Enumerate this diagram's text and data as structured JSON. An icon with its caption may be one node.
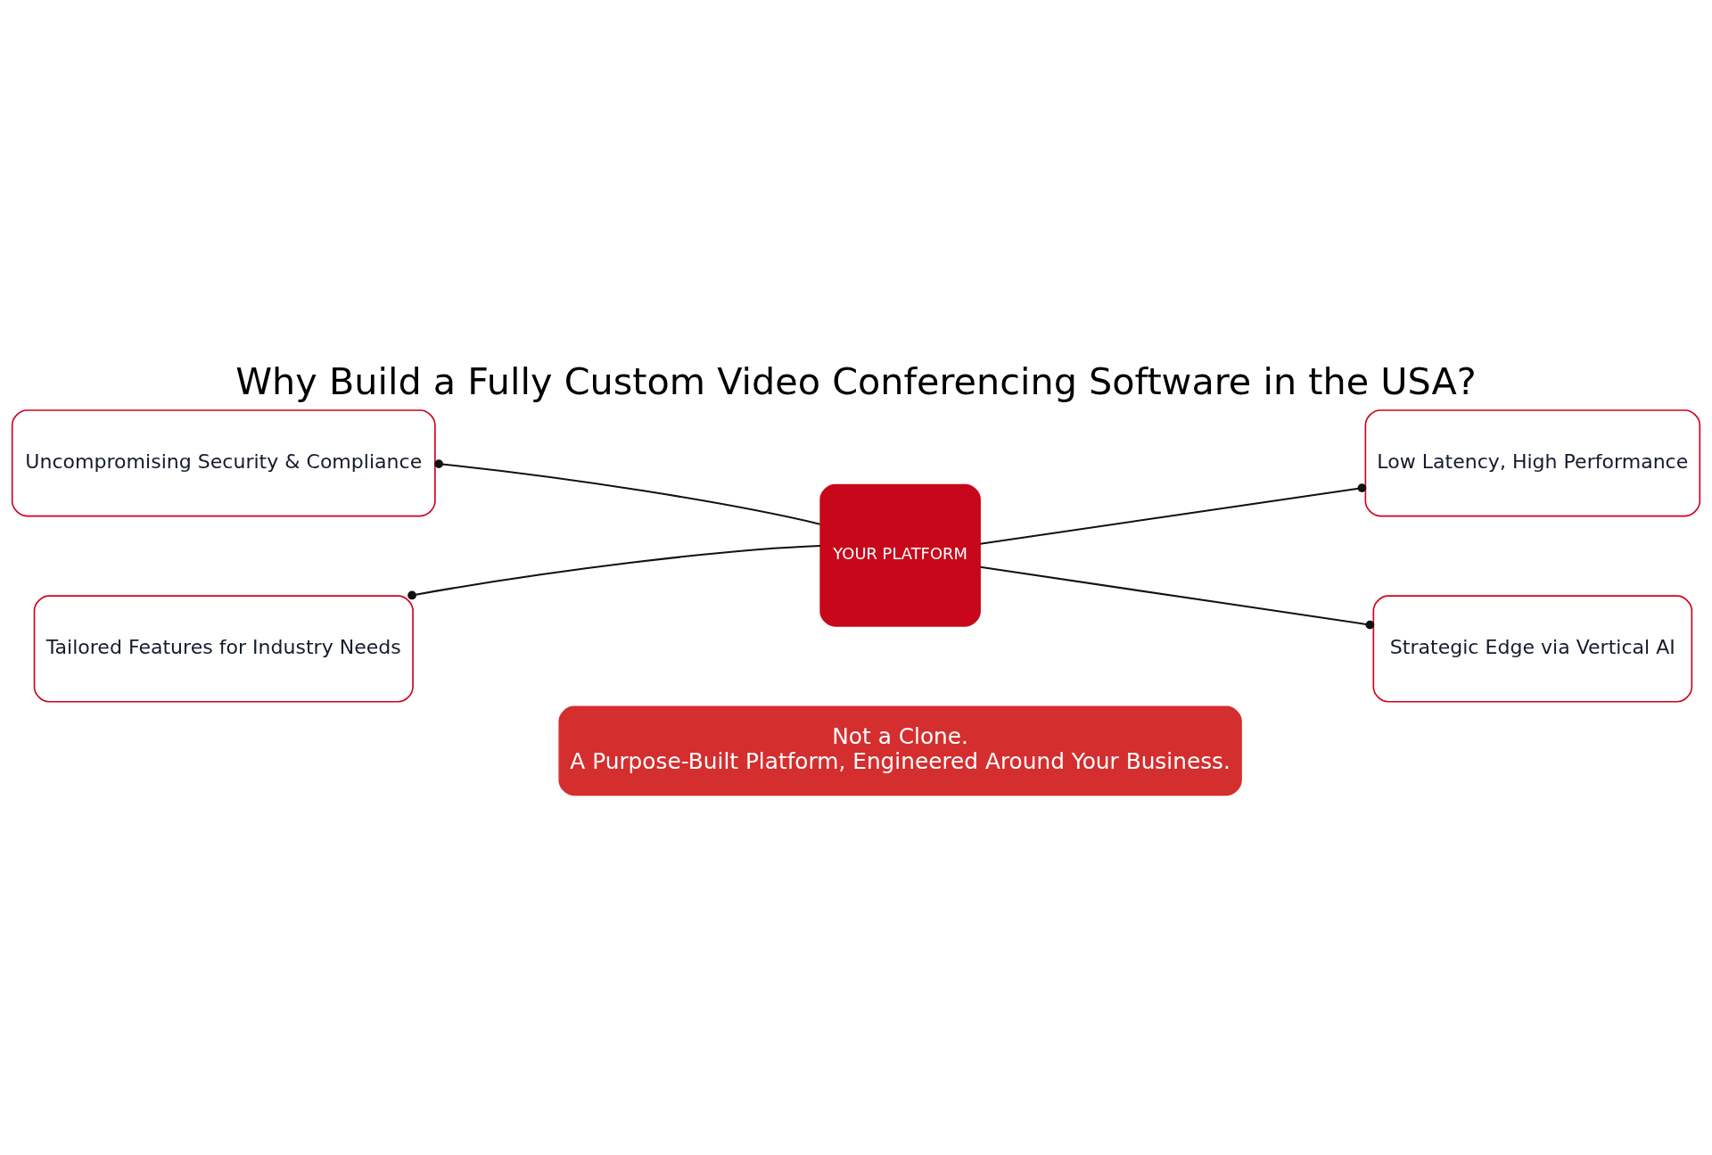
{
  "diagram": {
    "title": "Why Build a Fully Custom Video Conferencing Software in the USA?",
    "nodes": [
      {
        "text": [
          "Uncompromising Security & Compliance"
        ]
      },
      {
        "text": [
          "Low Latency, High Performance"
        ]
      },
      {
        "text": [
          "YOUR PLATFORM"
        ]
      },
      {
        "text": [
          "Tailored Features for Industry Needs"
        ]
      },
      {
        "text": [
          "Strategic Edge via Vertical AI"
        ]
      },
      {
        "text": [
          "Not a Clone.",
          "A Purpose-Built Platform, Engineered Around Your Business."
        ]
      }
    ],
    "edges": [
      {
        "from": 2,
        "to": 0,
        "arrow": "other"
      },
      {
        "from": 2,
        "to": 1,
        "arrow": "other"
      },
      {
        "from": 2,
        "to": 3,
        "arrow": "other"
      },
      {
        "from": 2,
        "to": 4,
        "arrow": "other"
      }
    ]
  }
}
